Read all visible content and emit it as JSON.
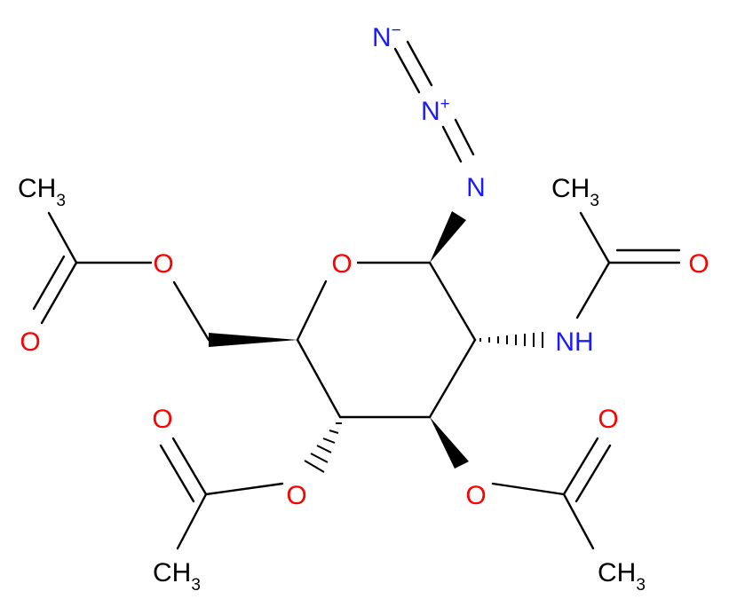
{
  "colors": {
    "bond": "#000000",
    "oxygen": "#ff0000",
    "nitrogen": "#1a1aff",
    "carbon": "#000000"
  },
  "atoms": {
    "o_ring": "O",
    "o_left_acyl": "O",
    "o_left_carbonyl": "O",
    "c_left_methyl": "CH",
    "c_left_methyl_sub": "3",
    "n_azide_terminal": "N",
    "n_azide_terminal_charge": "−",
    "n_azide_middle": "N",
    "n_azide_middle_charge": "+",
    "n_azide_attached": "N",
    "c_right_methyl": "CH",
    "c_right_methyl_sub": "3",
    "o_right_carbonyl": "O",
    "n_amide": "NH",
    "o_bottom_left_carbonyl": "O",
    "o_bottom_left_ester": "O",
    "c_bottom_left_methyl": "CH",
    "c_bottom_left_methyl_sub": "3",
    "o_bottom_right_carbonyl": "O",
    "o_bottom_right_ester": "O",
    "c_bottom_right_methyl": "CH",
    "c_bottom_right_methyl_sub": "3"
  }
}
